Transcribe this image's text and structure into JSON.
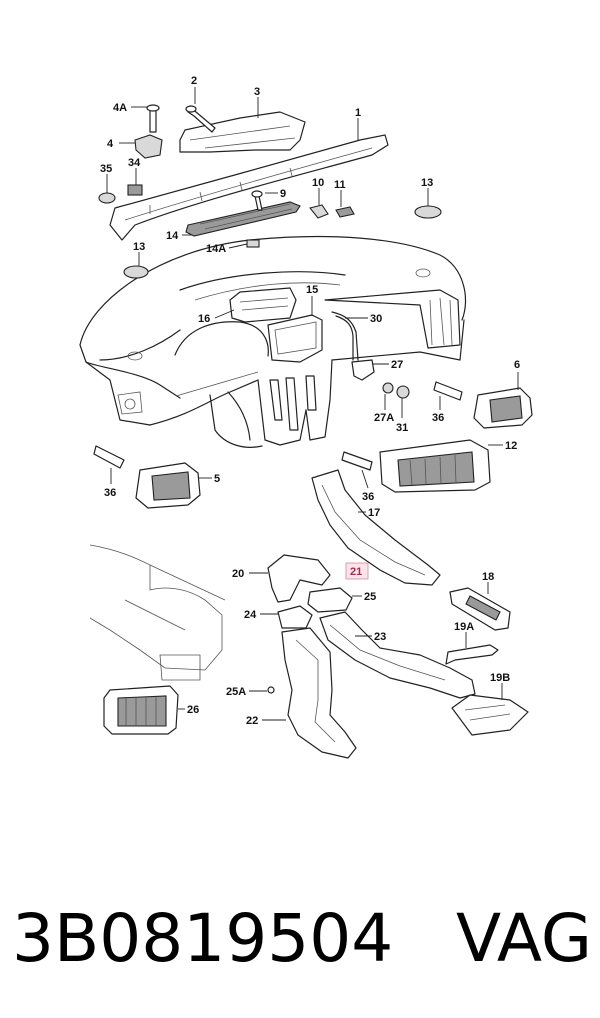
{
  "labels": {
    "p1": "1",
    "p2": "2",
    "p3": "3",
    "p4": "4",
    "p4a": "4A",
    "p5": "5",
    "p6": "6",
    "p9": "9",
    "p10": "10",
    "p11": "11",
    "p12": "12",
    "p13a": "13",
    "p13b": "13",
    "p14": "14",
    "p14a": "14A",
    "p15": "15",
    "p16": "16",
    "p17": "17",
    "p18": "18",
    "p19a": "19A",
    "p19b": "19B",
    "p20": "20",
    "p21": "21",
    "p22": "22",
    "p23": "23",
    "p24": "24",
    "p25": "25",
    "p25a": "25A",
    "p26": "26",
    "p27": "27",
    "p27a": "27A",
    "p30": "30",
    "p31": "31",
    "p34": "34",
    "p35": "35",
    "p36a": "36",
    "p36b": "36",
    "p36c": "36"
  },
  "footer": {
    "part_number": "3B0819504",
    "brand": "VAG"
  }
}
